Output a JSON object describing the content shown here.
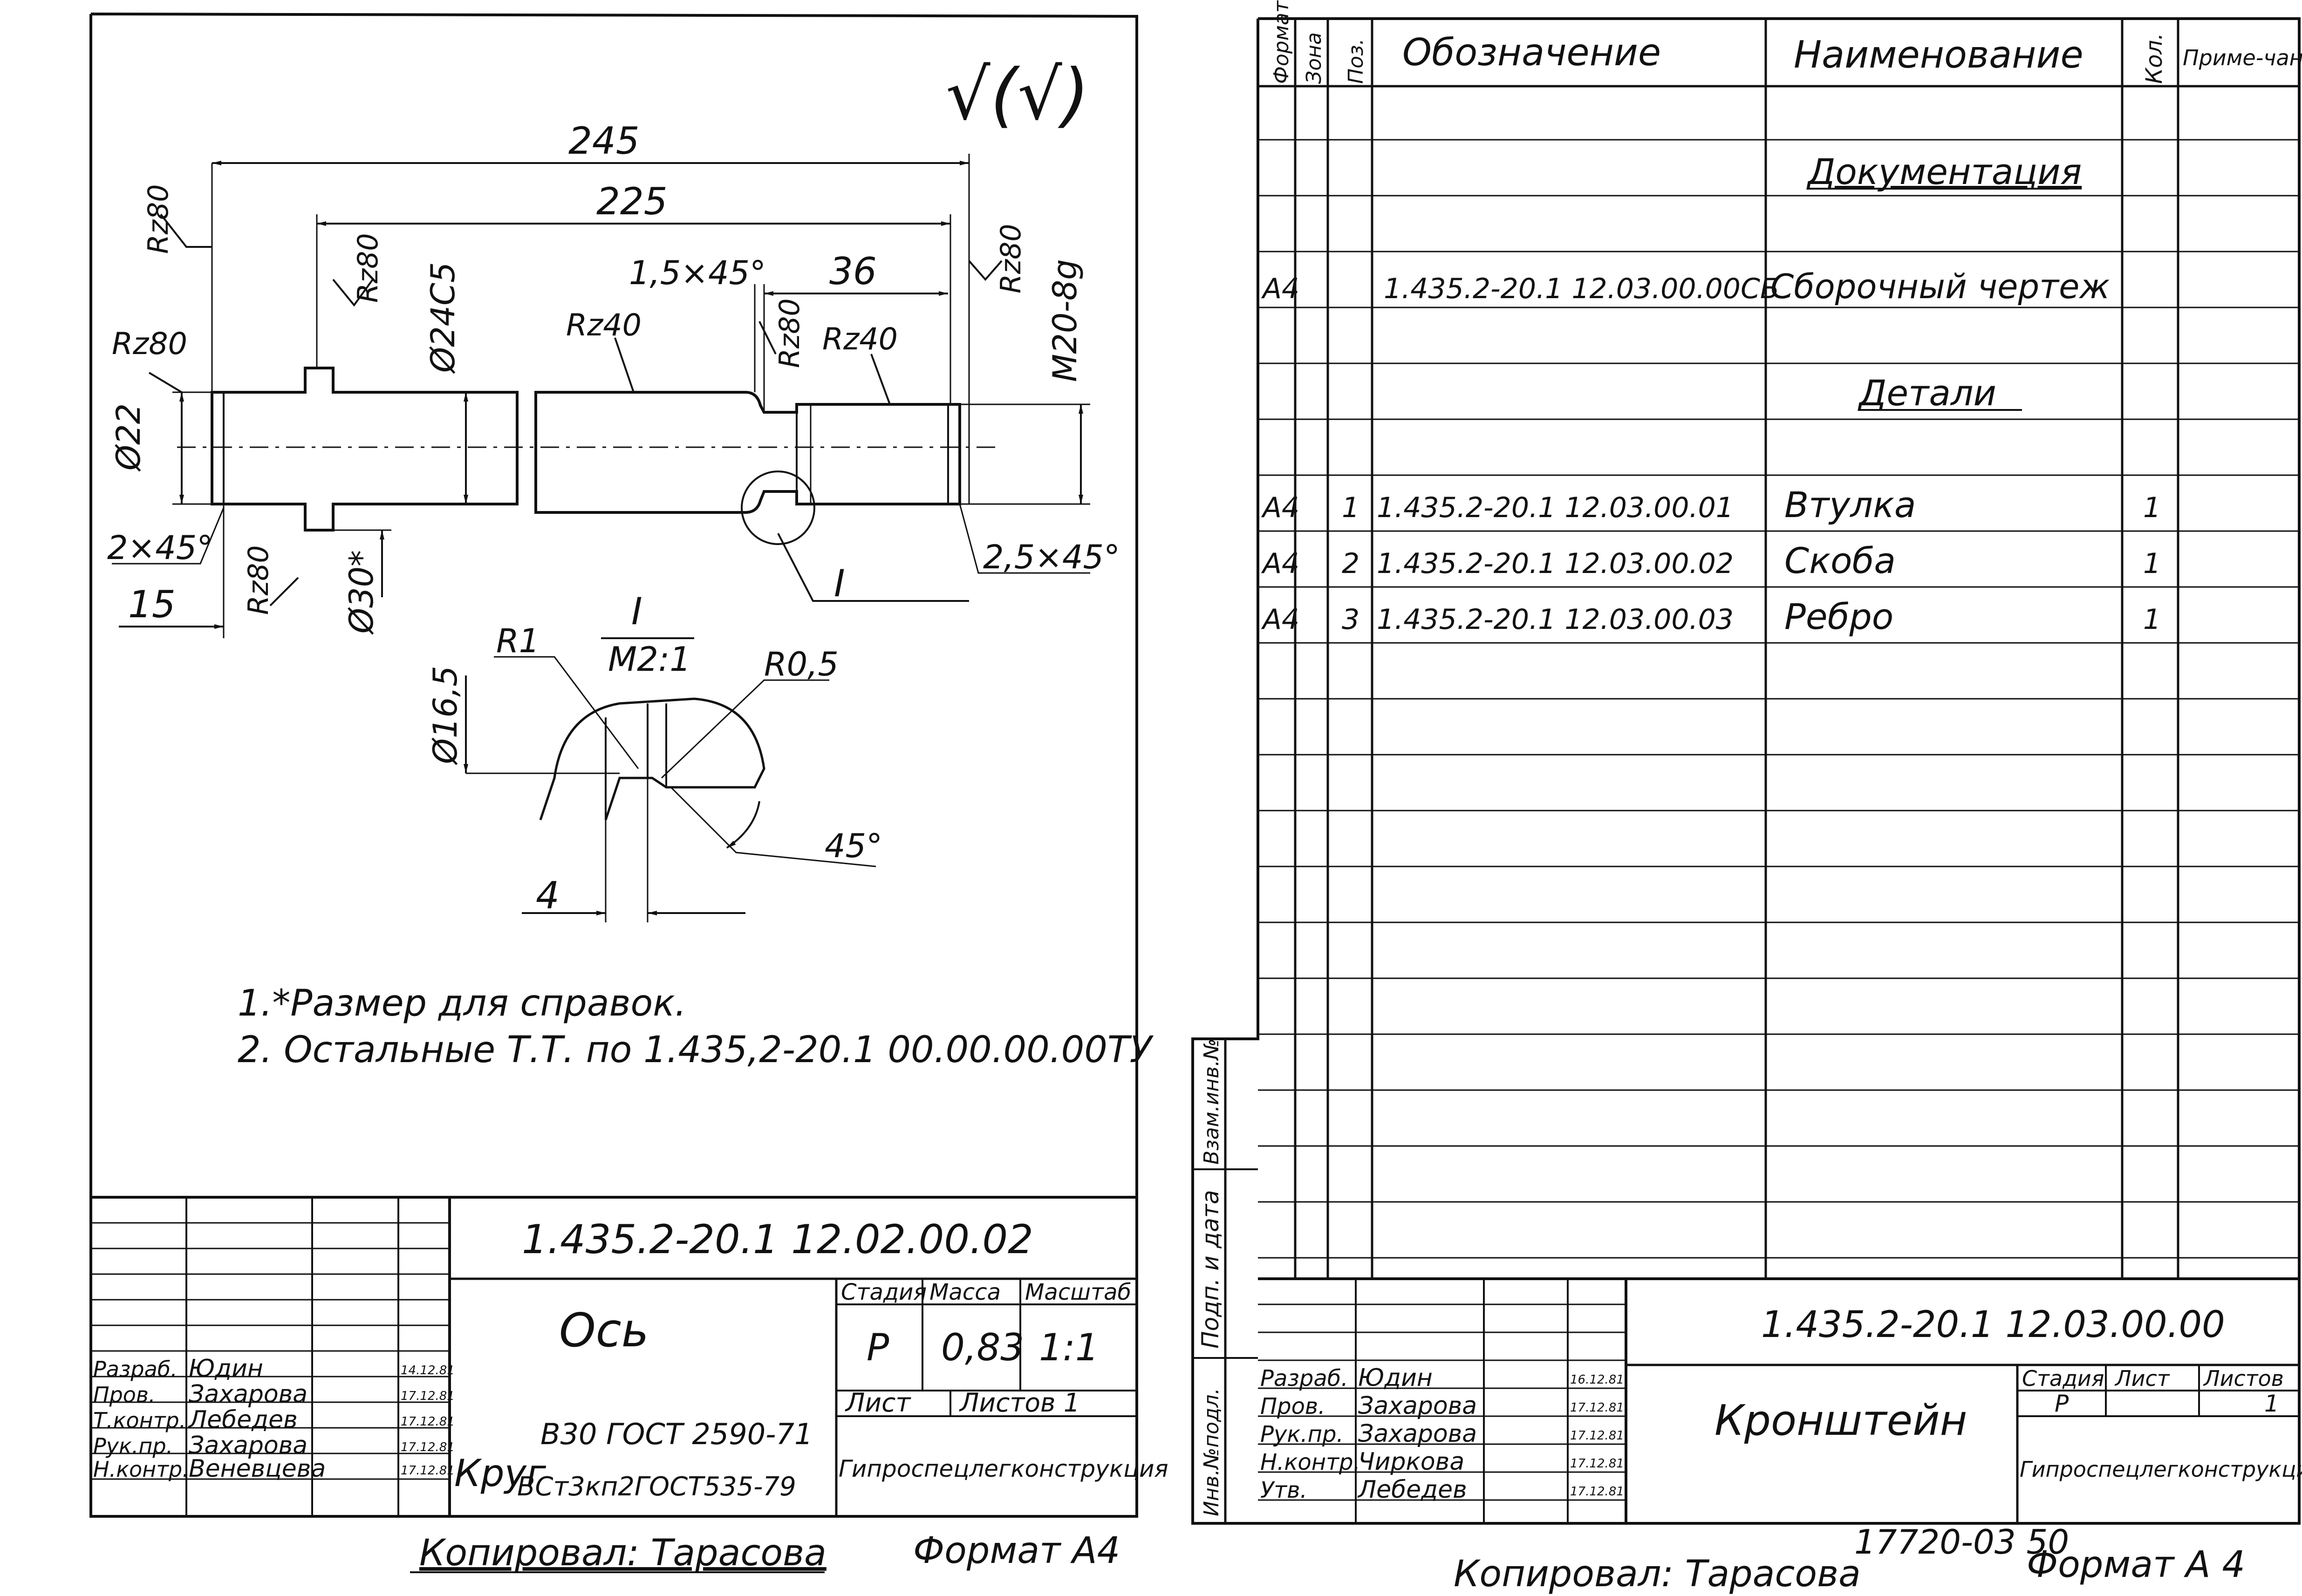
{
  "left_sheet": {
    "roughness_symbol": "√(√)",
    "dims": {
      "d245": "245",
      "d225": "225",
      "d36": "36",
      "chamfer1": "1,5×45°",
      "chamfer2": "2×45°",
      "chamfer3": "2,5×45°",
      "d15": "15",
      "dia22": "Ø22",
      "dia24": "Ø24С5",
      "dia30": "Ø30*",
      "thread": "M20-8g",
      "dia16": "Ø16,5",
      "r1": "R1",
      "r05": "R0,5",
      "angle45": "45°",
      "d4": "4"
    },
    "roughness": {
      "rz80": "Rz80",
      "rz40": "Rz40"
    },
    "detail_view": {
      "label": "I",
      "scale": "M2:1",
      "marker": "I"
    },
    "notes": [
      "1.*Размер для справок.",
      "2. Остальные Т.Т. по 1.435,2-20.1 00.00.00.00ТУ"
    ],
    "title_block": {
      "designation": "1.435.2-20.1 12.02.00.02",
      "name": "Ось",
      "stage_label": "Стадия",
      "mass_label": "Масса",
      "scale_label": "Масштаб",
      "stage": "Р",
      "mass": "0,83",
      "scale": "1:1",
      "sheet_label": "Лист",
      "sheets_label": "Листов 1",
      "material_prefix": "Круг",
      "material_line1": "В30 ГОСТ 2590-71",
      "material_line2": "ВСт3кп2ГОСТ535-79",
      "organization": "Гипроспецлегконструкция",
      "roles": [
        {
          "role": "Разраб.",
          "name": "Юдин",
          "date": "14.12.81"
        },
        {
          "role": "Пров.",
          "name": "Захарова",
          "date": "17.12.81"
        },
        {
          "role": "Т.контр.",
          "name": "Лебедев",
          "date": "17.12.81"
        },
        {
          "role": "Рук.пр.",
          "name": "Захарова",
          "date": "17.12.81"
        },
        {
          "role": "Н.контр.",
          "name": "Веневцева",
          "date": "17.12.81"
        }
      ]
    },
    "footer": {
      "copied": "Копировал: Тарасова",
      "format": "Формат А4"
    }
  },
  "right_sheet": {
    "headers": {
      "format": "Формат",
      "zone": "Зона",
      "pos": "Поз.",
      "designation": "Обозначение",
      "name": "Наименование",
      "qty": "Кол.",
      "note": "Приме-чание"
    },
    "sections": {
      "docs": "Документация",
      "parts": "Детали"
    },
    "rows": [
      {
        "format": "А4",
        "pos": "",
        "designation": "1.435.2-20.1 12.03.00.00СБ",
        "name": "Сборочный чертеж",
        "qty": ""
      },
      {
        "format": "А4",
        "pos": "1",
        "designation": "1.435.2-20.1 12.03.00.01",
        "name": "Втулка",
        "qty": "1"
      },
      {
        "format": "А4",
        "pos": "2",
        "designation": "1.435.2-20.1 12.03.00.02",
        "name": "Скоба",
        "qty": "1"
      },
      {
        "format": "А4",
        "pos": "3",
        "designation": "1.435.2-20.1 12.03.00.03",
        "name": "Ребро",
        "qty": "1"
      }
    ],
    "side_labels": {
      "inv_podl": "Инв.№подл.",
      "podp_data": "Подп. и дата",
      "vzam": "Взам.инв.№"
    },
    "title_block": {
      "designation": "1.435.2-20.1 12.03.00.00",
      "name": "Кронштейн",
      "stage_label": "Стадия",
      "sheet_label": "Лист",
      "sheets_label": "Листов",
      "stage": "Р",
      "sheets": "1",
      "organization": "Гипроспецлегконструкция",
      "roles": [
        {
          "role": "Разраб.",
          "name": "Юдин",
          "date": "16.12.81"
        },
        {
          "role": "Пров.",
          "name": "Захарова",
          "date": "17.12.81"
        },
        {
          "role": "Рук.пр.",
          "name": "Захарова",
          "date": "17.12.81"
        },
        {
          "role": "Н.контр.",
          "name": "Чиркова",
          "date": "17.12.81"
        },
        {
          "role": "Утв.",
          "name": "Лебедев",
          "date": "17.12.81"
        }
      ]
    },
    "footer": {
      "copied": "Копировал: Тарасова",
      "format": "Формат А 4",
      "album": "17720-03 50"
    }
  }
}
